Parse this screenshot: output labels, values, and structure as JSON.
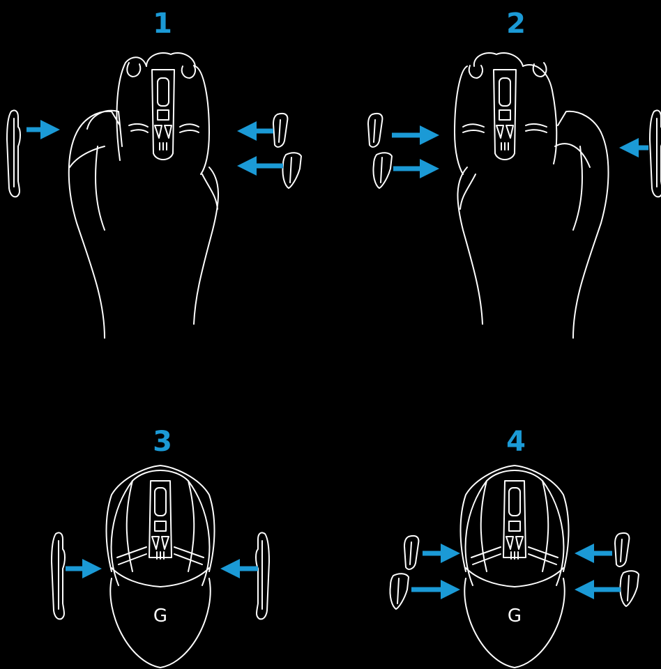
{
  "colors": {
    "background": "#000000",
    "line": "#ffffff",
    "accent": "#1b9ad6"
  },
  "steps": [
    {
      "number": "1"
    },
    {
      "number": "2"
    },
    {
      "number": "3"
    },
    {
      "number": "4"
    }
  ],
  "icons": {
    "brand_logo": "logitech-g-logo-icon",
    "arrow_in": "arrow-left-icon",
    "arrow_out": "arrow-right-icon"
  }
}
